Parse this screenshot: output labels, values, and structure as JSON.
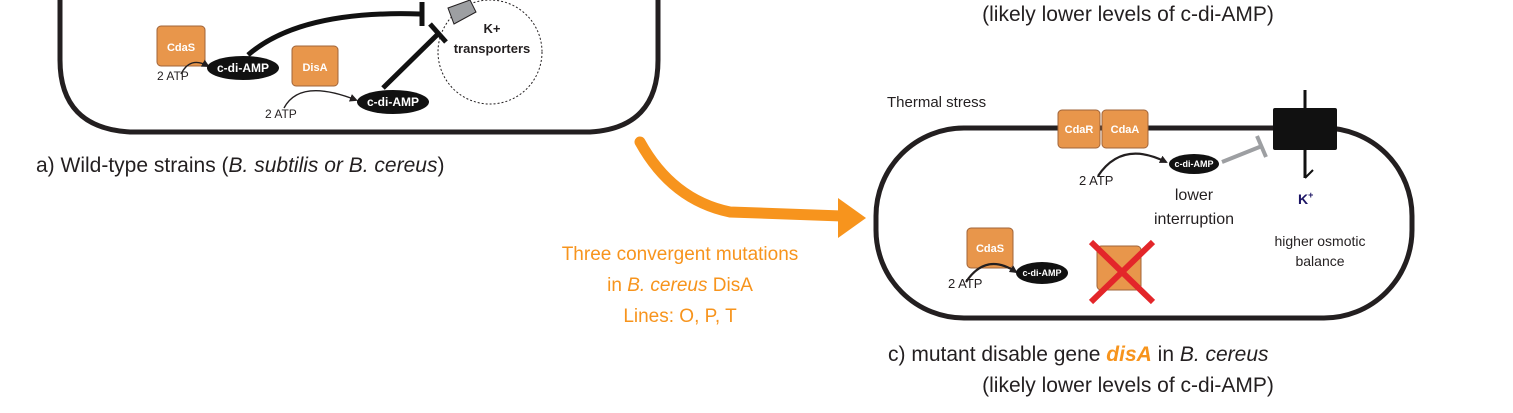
{
  "panel_a": {
    "proteins": {
      "cdas": "CdaS",
      "disa": "DisA"
    },
    "atp": "2 ATP",
    "cdiamp": "c-di-AMP",
    "transporter": {
      "line1": "K+",
      "line2": "transporters"
    },
    "caption": {
      "prefix": "a)  Wild-type  strains (",
      "species": "B. subtilis or B. cereus",
      "suffix": ")"
    }
  },
  "panel_top_right": {
    "caption_line2": "(likely lower levels of c-di-AMP)"
  },
  "mutation_note": {
    "line1": "Three convergent mutations",
    "line2_prefix": "in ",
    "line2_species": "B. cereus",
    "line2_suffix": " DisA",
    "line3": "Lines:  O, P, T"
  },
  "panel_c": {
    "stress": "Thermal stress",
    "proteins": {
      "cdar": "CdaR",
      "cdaa": "CdaA",
      "cdas": "CdaS"
    },
    "atp": "2 ATP",
    "cdiamp": "c-di-AMP",
    "lower": "lower",
    "interruption": "interruption",
    "k": "K",
    "k_sup": "+",
    "osmotic": {
      "line1": "higher osmotic",
      "line2": "balance"
    },
    "caption": {
      "prefix": "c)  mutant disable gene ",
      "gene": "disA",
      "middle": " in ",
      "species": "B. cereus",
      "line2": "(likely lower levels of c-di-AMP)"
    }
  },
  "colors": {
    "orange": "#f7941d",
    "protein_fill": "#e8964b",
    "cross": "#e3262a",
    "inhibitor_gray": "#9d9fa2",
    "text": "#231f20"
  }
}
